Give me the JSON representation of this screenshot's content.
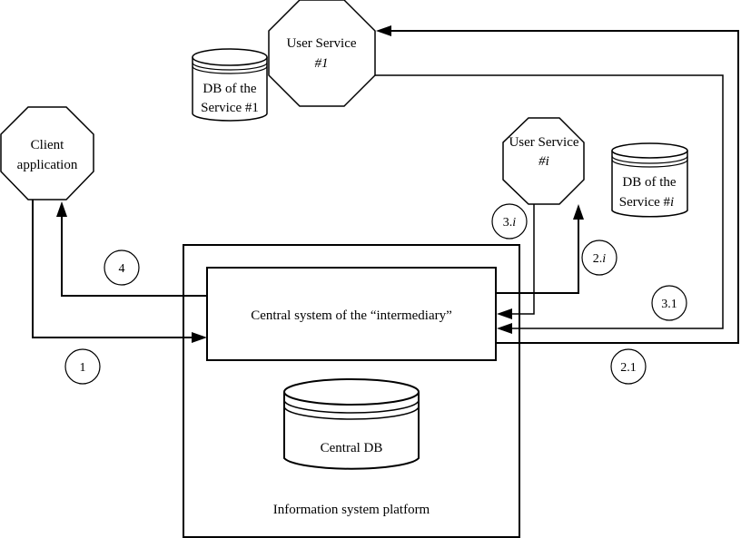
{
  "nodes": {
    "client": {
      "line1": "Client",
      "line2": "application"
    },
    "user_service_1": {
      "line1": "User Service",
      "line2": "#1"
    },
    "user_service_i": {
      "line1": "User Service",
      "line2": "#i"
    },
    "db_service_1": {
      "line1": "DB of the",
      "line2": "Service #1"
    },
    "db_service_i": {
      "line1": "DB of the",
      "line2": "Service #",
      "line2_italic": "i"
    },
    "central_system": {
      "label": "Central system of the “intermediary”"
    },
    "central_db": {
      "label": "Central DB"
    },
    "platform": {
      "label": "Information system platform"
    }
  },
  "steps": {
    "s1": "1",
    "s4": "4",
    "s2_1": "2.1",
    "s3_1": "3.1",
    "s2_i": {
      "prefix": "2.",
      "italic": "i"
    },
    "s3_i": {
      "prefix": "3.",
      "italic": "i"
    }
  },
  "colors": {
    "stroke": "#000000",
    "background": "#ffffff"
  }
}
